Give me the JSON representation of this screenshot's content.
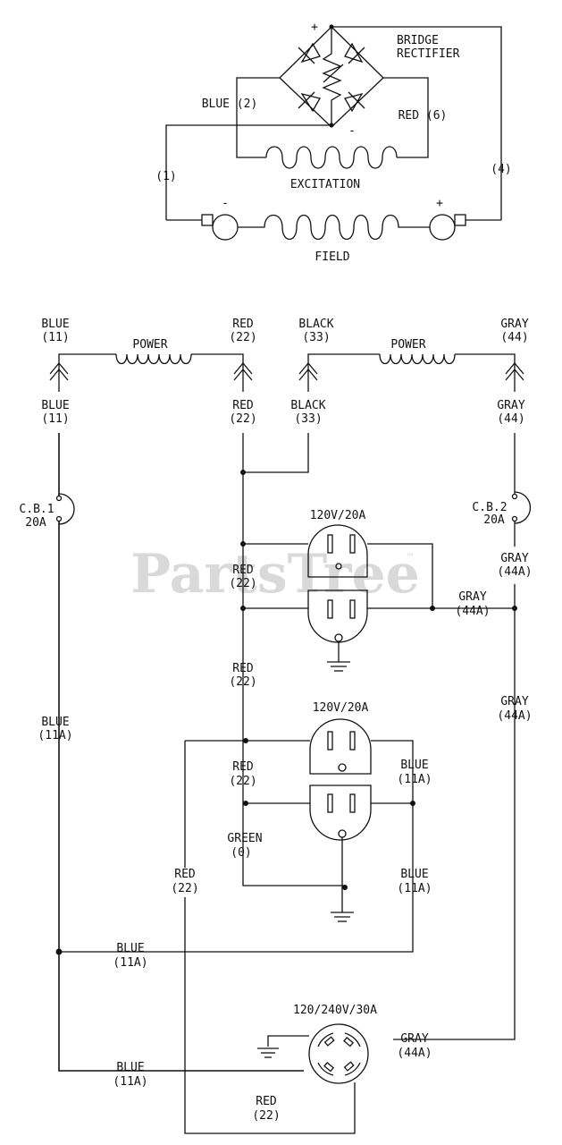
{
  "watermark": "PartsTree",
  "watermark_tm": "™",
  "top_section": {
    "bridge_title_1": "BRIDGE",
    "bridge_title_2": "RECTIFIER",
    "plus_top": "+",
    "minus_bottom": "-",
    "blue_2": "BLUE (2)",
    "red_6": "RED (6)",
    "excitation": "EXCITATION",
    "wire_1": "(1)",
    "wire_4": "(4)",
    "field": "FIELD",
    "field_minus": "-",
    "field_plus": "+"
  },
  "power": {
    "left_winding": "POWER",
    "right_winding": "POWER",
    "top_labels": [
      {
        "name": "BLUE",
        "num": "(11)"
      },
      {
        "name": "RED",
        "num": "(22)"
      },
      {
        "name": "BLACK",
        "num": "(33)"
      },
      {
        "name": "GRAY",
        "num": "(44)"
      }
    ],
    "lower_labels": [
      {
        "name": "BLUE",
        "num": "(11)"
      },
      {
        "name": "RED",
        "num": "(22)"
      },
      {
        "name": "BLACK",
        "num": "(33)"
      },
      {
        "name": "GRAY",
        "num": "(44)"
      }
    ]
  },
  "breakers": {
    "cb1_name": "C.B.1",
    "cb1_rating": "20A",
    "cb2_name": "C.B.2",
    "cb2_rating": "20A"
  },
  "receptacle_1": {
    "rating": "120V/20A",
    "red_name": "RED",
    "red_num": "(22)",
    "gray_name": "GRAY",
    "gray_num": "(44A)",
    "gray_upper_name": "GRAY",
    "gray_upper_num": "(44A)"
  },
  "middle": {
    "red_name": "RED",
    "red_num": "(22)",
    "gray_name": "GRAY",
    "gray_num": "(44A)",
    "blue_name": "BLUE",
    "blue_num": "(11A)"
  },
  "receptacle_2": {
    "rating": "120V/20A",
    "red_name": "RED",
    "red_num": "(22)",
    "blue_name": "BLUE",
    "blue_num": "(11A)",
    "green_name": "GREEN",
    "green_num": "(0)",
    "red2_name": "RED",
    "red2_num": "(22)",
    "blue2_name": "BLUE",
    "blue2_num": "(11A)"
  },
  "bottom": {
    "blue_a_name": "BLUE",
    "blue_a_num": "(11A)",
    "receptacle_rating": "120/240V/30A",
    "gray_name": "GRAY",
    "gray_num": "(44A)",
    "blue_b_name": "BLUE",
    "blue_b_num": "(11A)",
    "red_name": "RED",
    "red_num": "(22)"
  }
}
